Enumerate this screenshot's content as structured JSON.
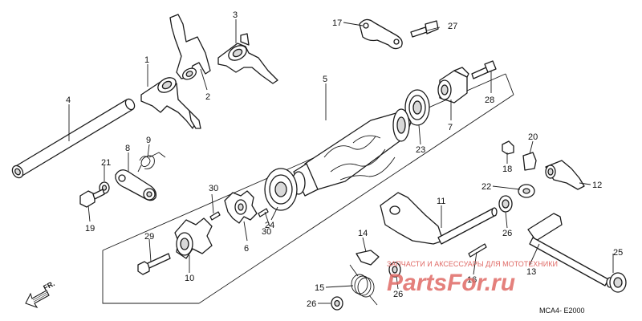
{
  "callouts": {
    "c1": "1",
    "c2": "2",
    "c3": "3",
    "c4": "4",
    "c5": "5",
    "c6": "6",
    "c7": "7",
    "c8": "8",
    "c9": "9",
    "c10": "10",
    "c11": "11",
    "c12": "12",
    "c13": "13",
    "c14": "14",
    "c15": "15",
    "c16": "16",
    "c17": "17",
    "c18": "18",
    "c19": "19",
    "c20": "20",
    "c21": "21",
    "c22": "22",
    "c23": "23",
    "c24": "24",
    "c25": "25",
    "c26a": "26",
    "c26b": "26",
    "c26c": "26",
    "c27": "27",
    "c28": "28",
    "c29": "29",
    "c30a": "30",
    "c30b": "30"
  },
  "direction_label": "FR.",
  "diagram_code": "MCA4- E2000",
  "watermark": {
    "subtitle": "ЗАПЧАСТИ И АКСЕССУАРЫ ДЛЯ МОТОТЕХНИКИ",
    "brand": "PartsFor.ru",
    "color": "#e06a66"
  }
}
